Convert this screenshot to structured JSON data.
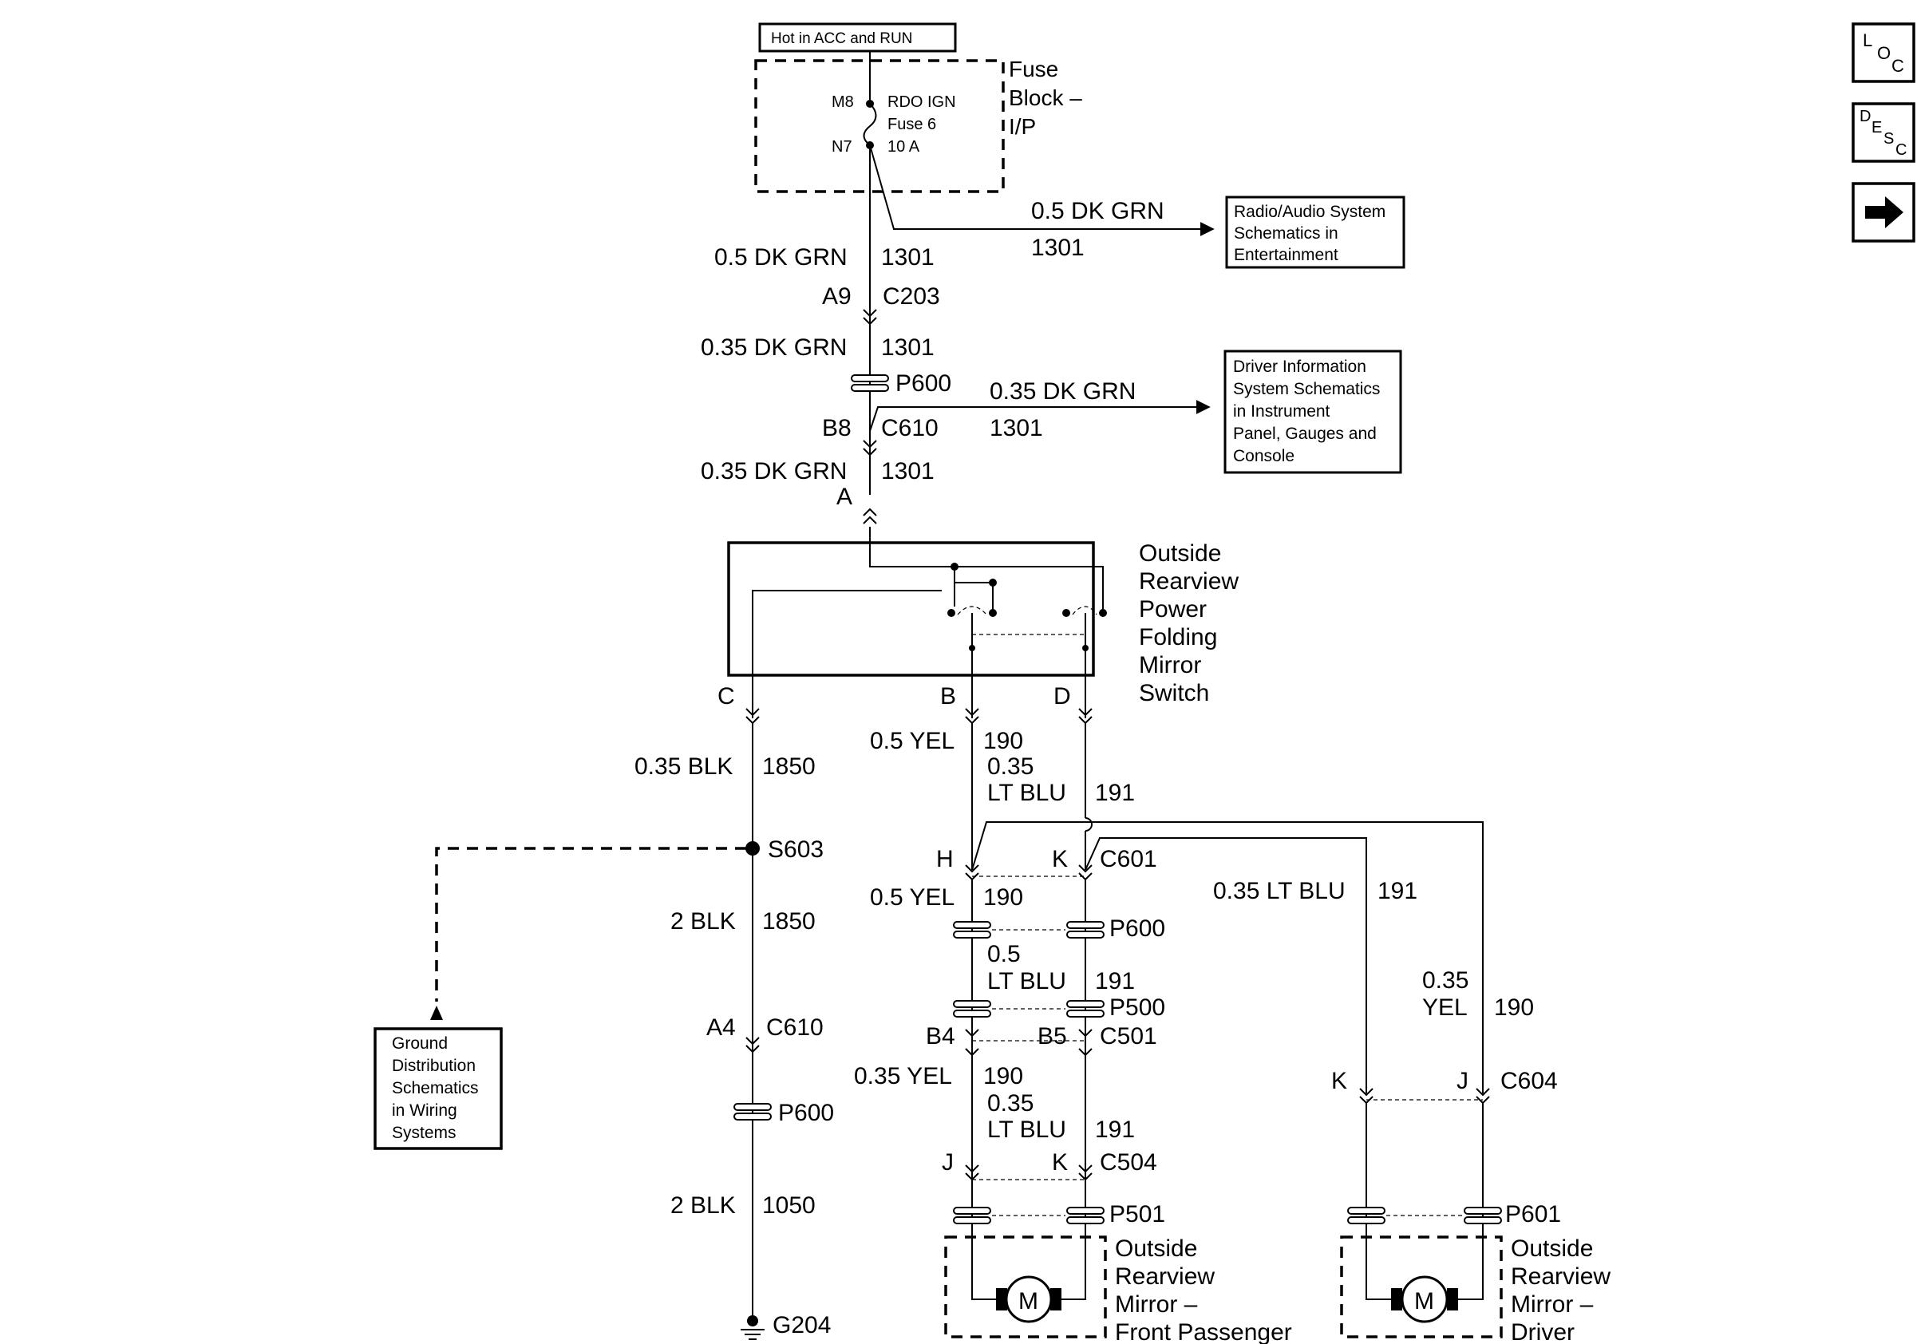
{
  "fuse": {
    "header": "Hot in ACC and RUN",
    "block_label": [
      "Fuse",
      "Block –",
      "I/P"
    ],
    "pin_in": "M8",
    "pin_out": "N7",
    "fuse_lines": [
      "RDO IGN",
      "Fuse 6",
      "10 A"
    ]
  },
  "radio_branch": {
    "wire": "0.5 DK GRN",
    "circuit": "1301",
    "box": [
      "Radio/Audio System",
      "Schematics in",
      "Entertainment"
    ]
  },
  "trunk": {
    "wire1": "0.5 DK GRN",
    "circuit1": "1301",
    "conn1_pin": "A9",
    "conn1": "C203",
    "wire2": "0.35 DK GRN",
    "circuit2": "1301",
    "p600": "P600",
    "conn2_pin": "B8",
    "conn2": "C610",
    "wire3": "0.35 DK GRN",
    "circuit3": "1301",
    "switch_pin": "A"
  },
  "dis_branch": {
    "wire": "0.35 DK GRN",
    "circuit": "1301",
    "box": [
      "Driver Information",
      "System Schematics",
      "in Instrument",
      "Panel, Gauges and",
      "Console"
    ]
  },
  "switch": {
    "label": [
      "Outside",
      "Rearview",
      "Power",
      "Folding",
      "Mirror",
      "Switch"
    ],
    "pin_c": "C",
    "pin_b": "B",
    "pin_d": "D"
  },
  "ground_path": {
    "wire1": "0.35 BLK",
    "circuit1": "1850",
    "splice": "S603",
    "wire2": "2 BLK",
    "circuit2": "1850",
    "conn_pin": "A4",
    "conn": "C610",
    "p600": "P600",
    "wire3": "2 BLK",
    "circuit3": "1050",
    "ground": "G204",
    "box": [
      "Ground",
      "Distribution",
      "Schematics",
      "in Wiring",
      "Systems"
    ]
  },
  "passenger": {
    "b_wire": "0.5 YEL",
    "b_circuit": "190",
    "d_wire_a": "0.35",
    "d_wire_b": "LT BLU",
    "d_circuit": "191",
    "c601_h": "H",
    "c601_k": "K",
    "c601": "C601",
    "wire_yel2": "0.5 YEL",
    "circuit_yel2": "190",
    "p600": "P600",
    "wire_blu2_a": "0.5",
    "wire_blu2_b": "LT BLU",
    "circuit_blu2": "191",
    "p500": "P500",
    "c501_b4": "B4",
    "c501_b5": "B5",
    "c501": "C501",
    "wire_yel3": "0.35 YEL",
    "circuit_yel3": "190",
    "wire_blu3_a": "0.35",
    "wire_blu3_b": "LT BLU",
    "circuit_blu3": "191",
    "c504_j": "J",
    "c504_k": "K",
    "c504": "C504",
    "p501": "P501",
    "motor": "M",
    "label": [
      "Outside",
      "Rearview",
      "Mirror –",
      "Front Passenger"
    ]
  },
  "driver": {
    "wire_blu": "0.35 LT BLU",
    "circuit_blu": "191",
    "wire_yel_a": "0.35",
    "wire_yel_b": "YEL",
    "circuit_yel": "190",
    "c604_k": "K",
    "c604_j": "J",
    "c604": "C604",
    "p601": "P601",
    "motor": "M",
    "label": [
      "Outside",
      "Rearview",
      "Mirror –",
      "Driver"
    ]
  },
  "nav": {
    "loc": [
      "L",
      "O",
      "C"
    ],
    "desc": [
      "D",
      "E",
      "S",
      "C"
    ],
    "next_icon": "right-arrow-icon"
  }
}
